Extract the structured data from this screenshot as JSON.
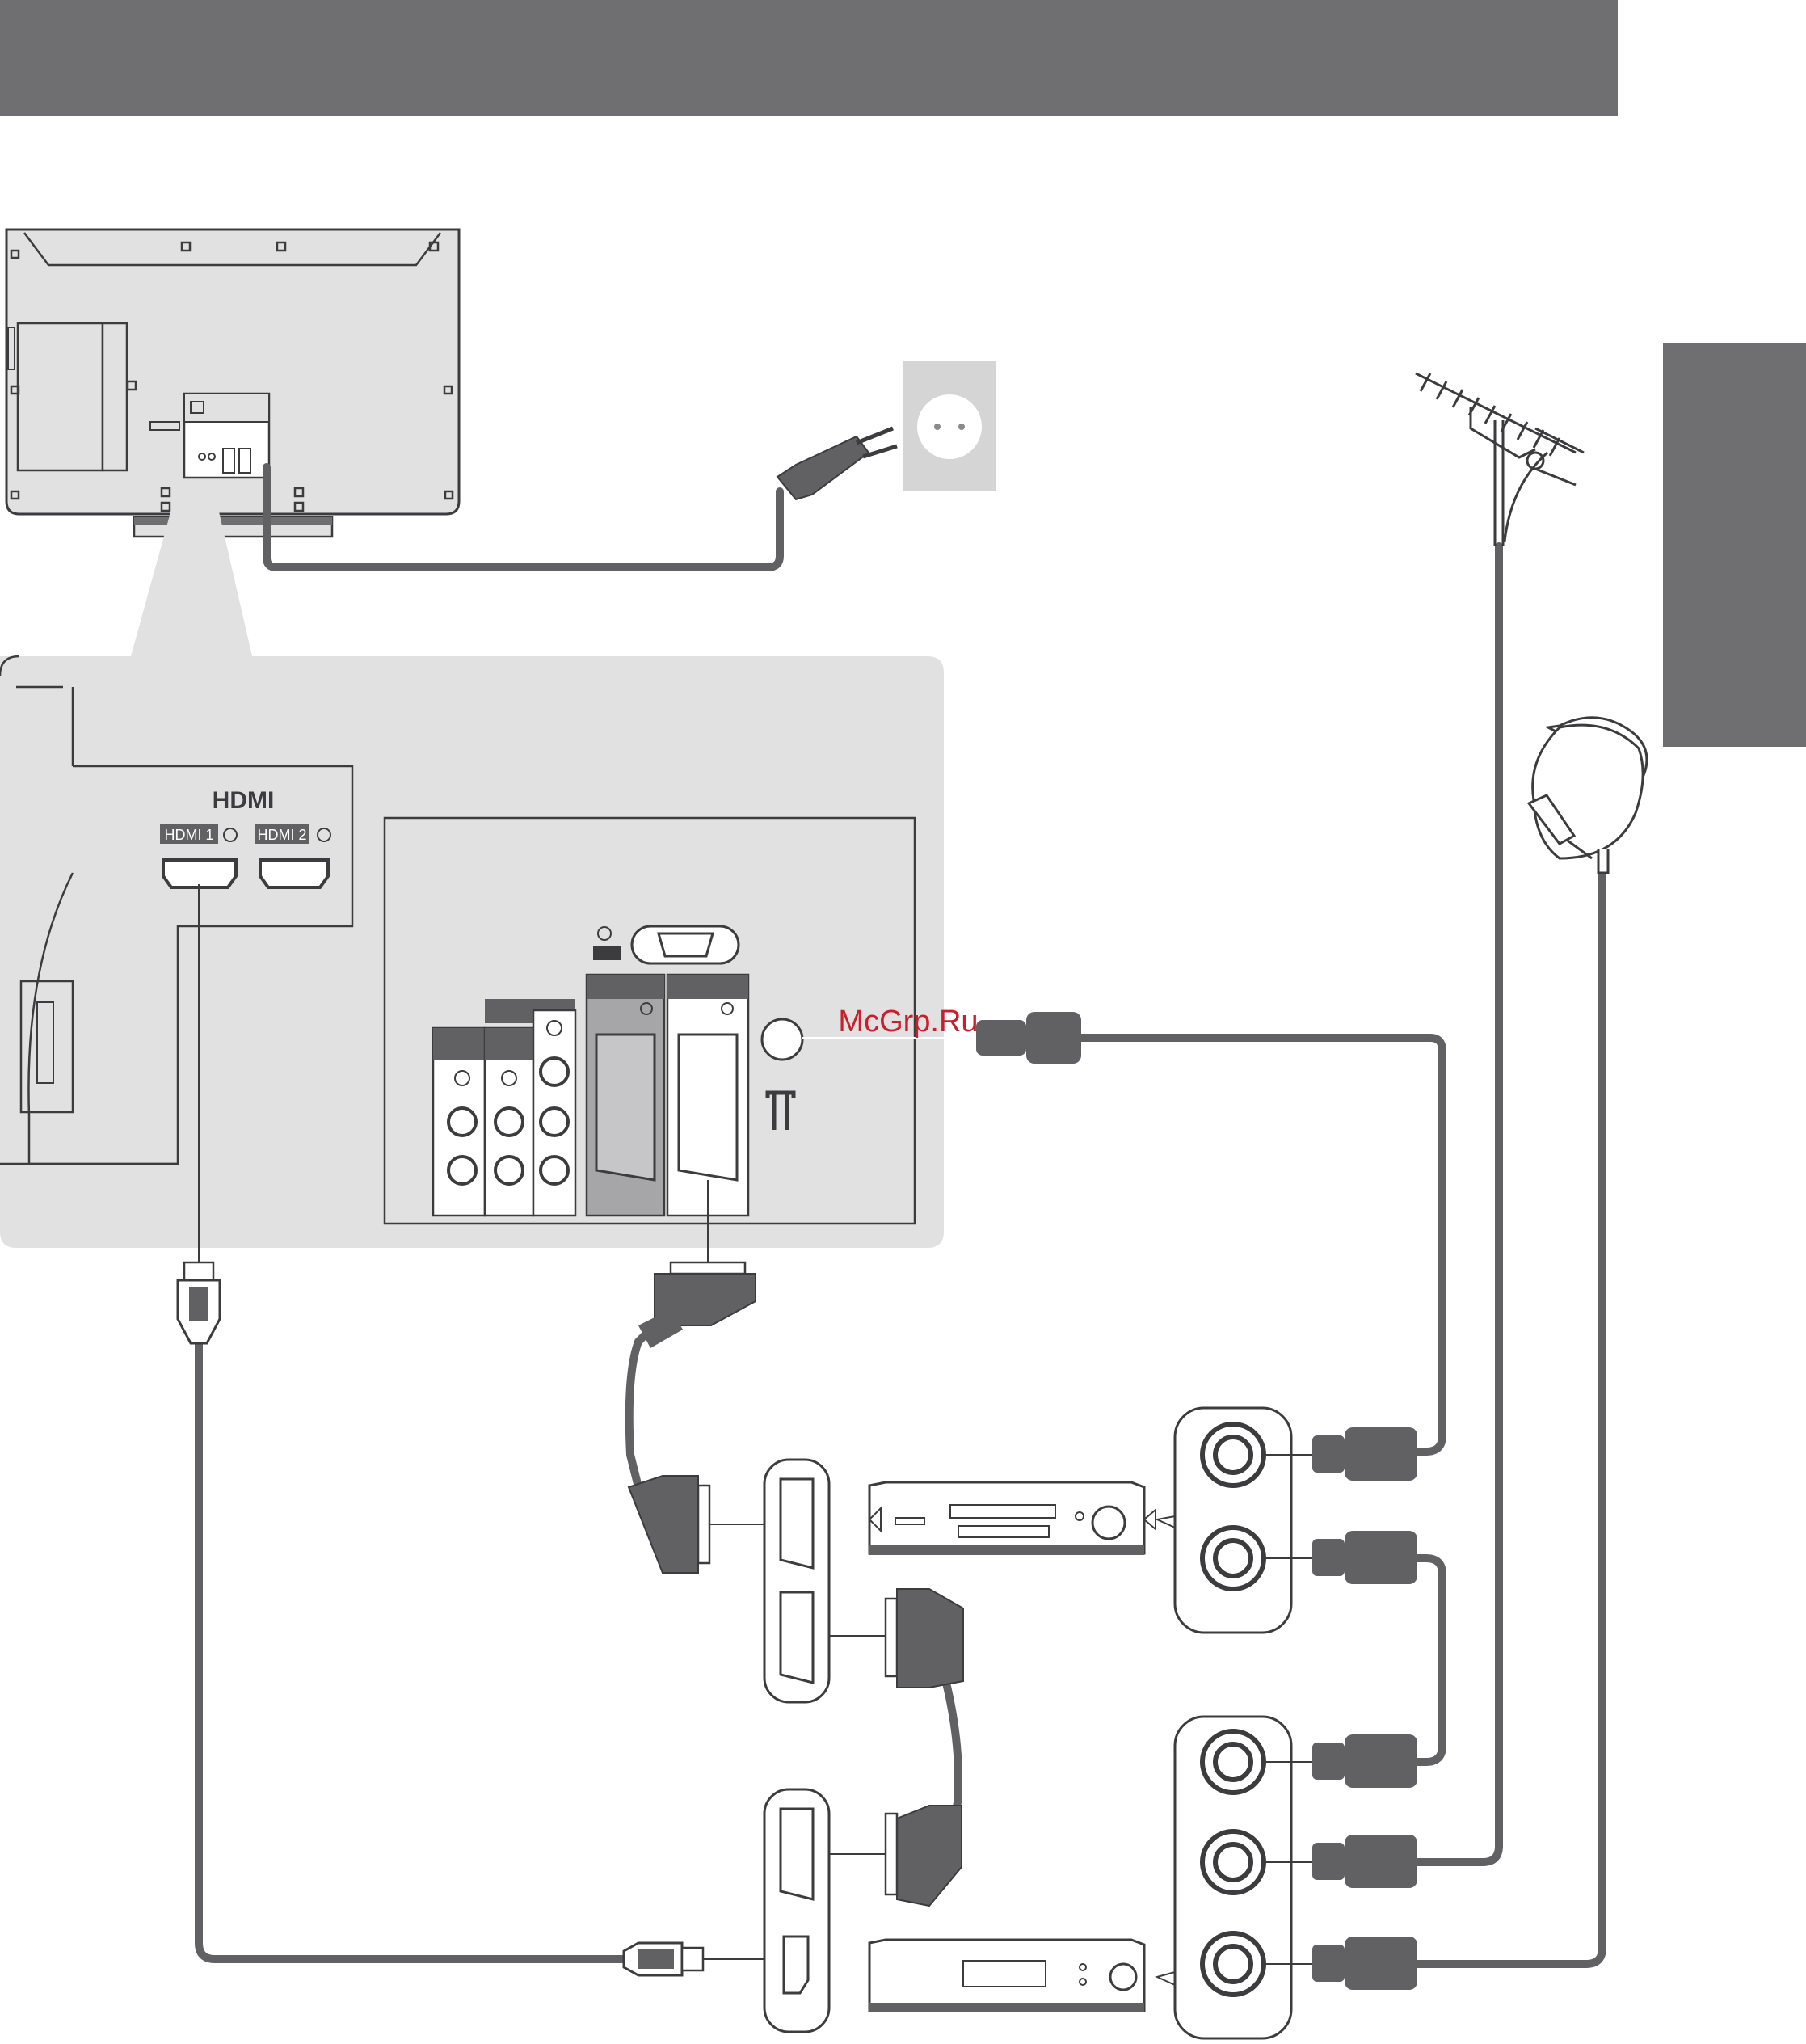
{
  "panel": {
    "hdmi_logo": "HDMI",
    "hdmi1_label": "HDMI 1",
    "hdmi2_label": "HDMI 2"
  },
  "watermark": "McGrp.Ru",
  "colors": {
    "header_bar": "#6f6f71",
    "side_tab": "#6f6f71",
    "panel_bg": "#e1e1e2",
    "cable": "#616163",
    "outline": "#3c3c3e",
    "watermark": "#c8202b"
  }
}
